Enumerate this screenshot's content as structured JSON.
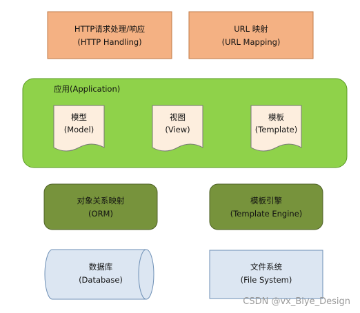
{
  "top_boxes": [
    {
      "line1": "HTTP请求处理/响应",
      "line2": "(HTTP Handling)",
      "fill": "#f4b183",
      "stroke": "#c07a47"
    },
    {
      "line1": "URL 映射",
      "line2": "(URL Mapping)",
      "fill": "#f4b183",
      "stroke": "#c07a47"
    }
  ],
  "application": {
    "label": "应用(Application)",
    "fill": "#8fd24a",
    "stroke": "#5a9a24",
    "docs": [
      {
        "line1": "模型",
        "line2": "(Model)"
      },
      {
        "line1": "视图",
        "line2": "(View)"
      },
      {
        "line1": "模板",
        "line2": "(Template)"
      }
    ],
    "doc_fill": "#fdeede",
    "doc_stroke": "#777777"
  },
  "engines": [
    {
      "line1": "对象关系映射",
      "line2": "(ORM)"
    },
    {
      "line1": "模板引擎",
      "line2": "(Template Engine)"
    }
  ],
  "engine_fill": "#77933c",
  "engine_stroke": "#4f6228",
  "storage": [
    {
      "line1": "数据库",
      "line2": "(Database)"
    },
    {
      "line1": "文件系统",
      "line2": "(File System)"
    }
  ],
  "storage_fill": "#dce6f2",
  "storage_stroke": "#6d8fb5",
  "watermark": "CSDN @vx_Biye_Design"
}
